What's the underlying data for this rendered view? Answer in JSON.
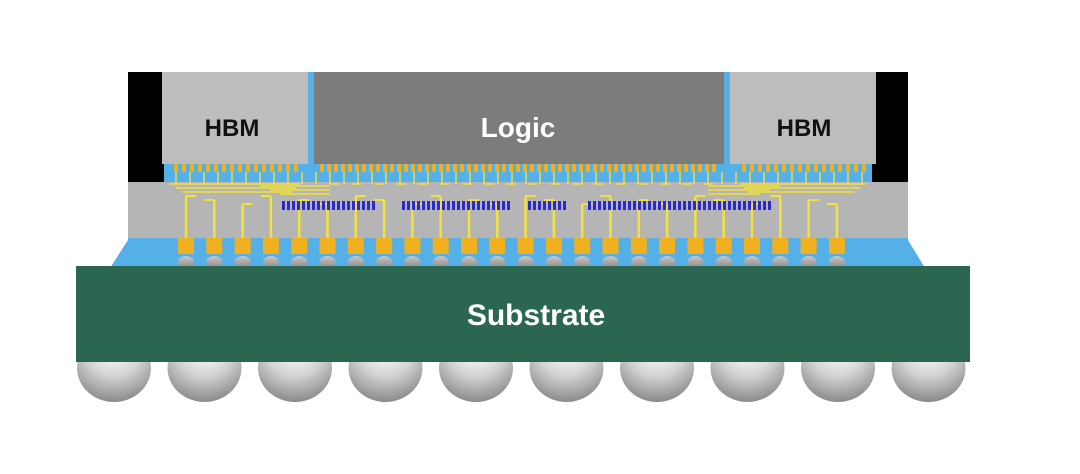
{
  "labels": {
    "hbm_left": "HBM",
    "logic": "Logic",
    "hbm_right": "HBM",
    "substrate": "Substrate"
  },
  "colors": {
    "mold_compound": "#000000",
    "underfill": "#55b0e8",
    "hbm": "#bdbdbd",
    "logic": "#7c7c7c",
    "interposer": "#b5b5b5",
    "trace": "#f2e23a",
    "tsv_wire": "#f2e23a",
    "c4_bump": "#f0b020",
    "micro_bump": "#f0b020",
    "via_array": "#2a2ad0",
    "substrate": "#2b6650",
    "bga_ball": "#c8c8c8"
  }
}
